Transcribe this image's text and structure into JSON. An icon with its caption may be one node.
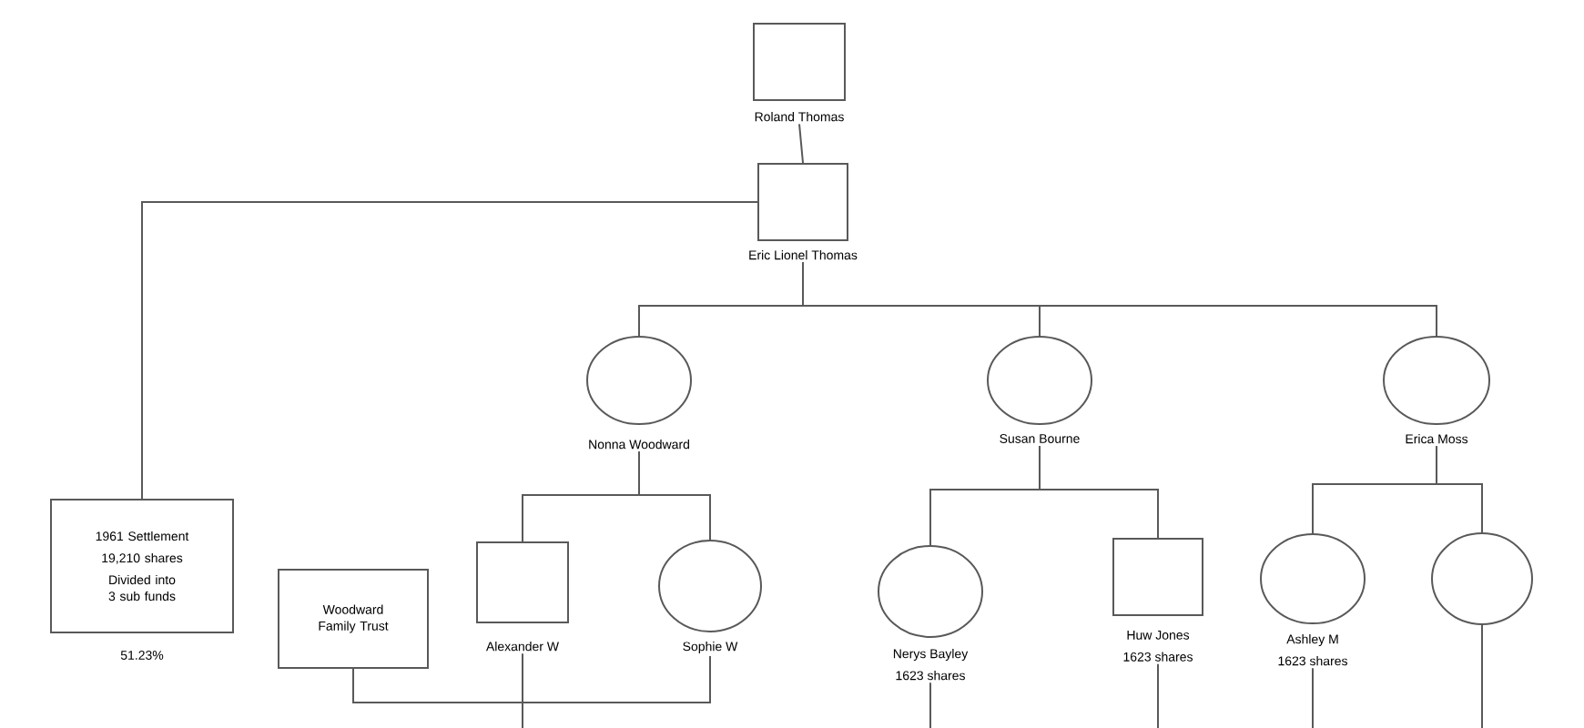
{
  "diagram": {
    "nodes": [
      {
        "text": [
          "Roland Thomas"
        ]
      },
      {
        "text": [
          "Eric Lionel Thomas"
        ]
      },
      {
        "text": [
          "Nonna Woodward"
        ]
      },
      {
        "text": [
          "Susan Bourne"
        ]
      },
      {
        "text": [
          "Erica Moss"
        ]
      },
      {
        "text": [
          "1961 Settlement",
          "19,210 shares",
          "Divided into 3 sub funds"
        ],
        "beside": [
          "51.23%"
        ]
      },
      {
        "text": [
          "Woodward Family Trust"
        ]
      },
      {
        "text": [
          "Alexander W"
        ]
      },
      {
        "text": [
          "Sophie W"
        ]
      },
      {
        "text": [
          "Nerys Bayley",
          "1623 shares"
        ]
      },
      {
        "text": [
          "Huw Jones",
          "1623 shares"
        ]
      },
      {
        "text": [
          "Ashley M",
          "1623 shares"
        ]
      },
      {
        "text": [],
        "shape": "circle"
      }
    ],
    "edges": [
      {
        "from": 0,
        "to": 1,
        "arrow": "none"
      },
      {
        "from": 1,
        "to": 5,
        "arrow": "none"
      },
      {
        "from": 1,
        "to": 2,
        "arrow": "none"
      },
      {
        "from": 1,
        "to": 3,
        "arrow": "none"
      },
      {
        "from": 1,
        "to": 4,
        "arrow": "none"
      },
      {
        "from": 2,
        "to": 7,
        "arrow": "none"
      },
      {
        "from": 2,
        "to": 8,
        "arrow": "none"
      },
      {
        "from": 3,
        "to": 9,
        "arrow": "none"
      },
      {
        "from": 3,
        "to": 10,
        "arrow": "none"
      },
      {
        "from": 4,
        "to": 11,
        "arrow": "none"
      },
      {
        "from": 4,
        "to": 12,
        "arrow": "none"
      },
      {
        "from": 6,
        "to": null,
        "arrow": "none"
      },
      {
        "from": 7,
        "to": null,
        "arrow": "none"
      },
      {
        "from": 8,
        "to": null,
        "arrow": "none"
      },
      {
        "from": 9,
        "to": null,
        "arrow": "none"
      },
      {
        "from": 10,
        "to": null,
        "arrow": "none"
      },
      {
        "from": 11,
        "to": null,
        "arrow": "none"
      },
      {
        "from": 12,
        "to": null,
        "arrow": "none"
      }
    ]
  }
}
